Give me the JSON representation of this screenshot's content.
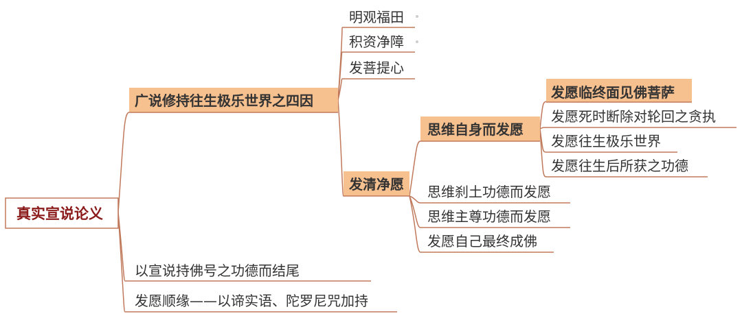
{
  "root": {
    "label": "真实宣说论义",
    "children": [
      {
        "label": "广说修持往生极乐世界之四因",
        "children": [
          {
            "label": "明观福田",
            "children": []
          },
          {
            "label": "积资净障",
            "children": []
          },
          {
            "label": "发菩提心",
            "children": []
          },
          {
            "label": "发清净愿",
            "children": [
              {
                "label": "思维自身而发愿",
                "children": [
                  {
                    "label": "发愿临终面见佛菩萨",
                    "children": []
                  },
                  {
                    "label": "发愿死时断除对轮回之贪执",
                    "children": []
                  },
                  {
                    "label": "发愿往生极乐世界",
                    "children": []
                  },
                  {
                    "label": "发愿往生后所获之功德",
                    "children": []
                  }
                ]
              },
              {
                "label": "思维刹土功德而发愿",
                "children": []
              },
              {
                "label": "思维主尊功德而发愿",
                "children": []
              },
              {
                "label": "发愿自己最终成佛",
                "children": []
              }
            ]
          }
        ]
      },
      {
        "label": "以宣说持佛号之功德而结尾",
        "children": []
      },
      {
        "label": "发愿顺缘——以谛实语、陀罗尼咒加持",
        "children": []
      }
    ]
  },
  "colors": {
    "branch_line": "#c0785a",
    "highlight_fill": "#f7c08f",
    "root_text": "#8b1a1a",
    "root_border": "#c0785a",
    "text": "#333333"
  }
}
